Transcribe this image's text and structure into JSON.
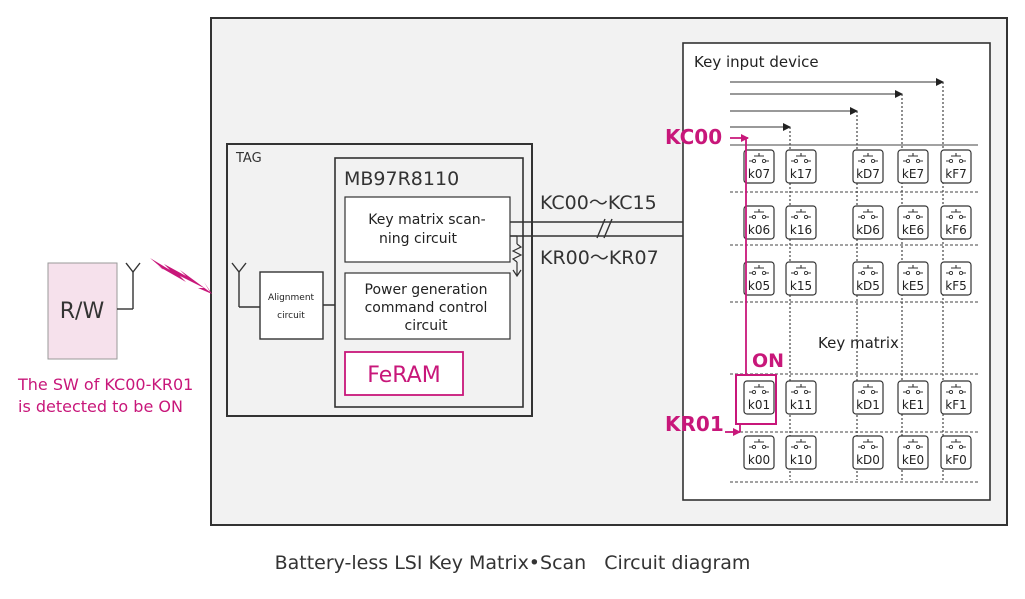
{
  "reader": {
    "label": "R/W",
    "status_line1": "The SW of KC00-KR01",
    "status_line2": "is detected to be ON"
  },
  "tag": {
    "label": "TAG",
    "alignment_line1": "Alignment",
    "alignment_line2": "circuit",
    "chip": {
      "name": "MB97R8110",
      "key_scan_line1": "Key matrix scan-",
      "key_scan_line2": "ning circuit",
      "power_line1": "Power generation",
      "power_line2": "command control",
      "power_line3": "circuit",
      "feram": "FeRAM"
    }
  },
  "bus": {
    "kc_label": "KC00～KC15",
    "kr_label": "KR00～KR07"
  },
  "device": {
    "label": "Key input device",
    "matrix_label": "Key matrix",
    "kc_highlight": "KC00",
    "kr_highlight": "KR01",
    "on_label": "ON",
    "key_rows": [
      [
        "k07",
        "k17",
        "kD7",
        "kE7",
        "kF7"
      ],
      [
        "k06",
        "k16",
        "kD6",
        "kE6",
        "kF6"
      ],
      [
        "k05",
        "k15",
        "kD5",
        "kE5",
        "kF5"
      ],
      [
        "k01",
        "k11",
        "kD1",
        "kE1",
        "kF1"
      ],
      [
        "k00",
        "k10",
        "kD0",
        "kE0",
        "kF0"
      ]
    ],
    "pressed_key": "k01"
  },
  "caption": {
    "part1": "Battery-less LSI Key Matrix•Scan",
    "part2": "Circuit diagram"
  },
  "colors": {
    "accent": "#c8177a",
    "panel": "#f2f2f2",
    "reader_fill": "#f6e1ec",
    "line": "#333333"
  }
}
